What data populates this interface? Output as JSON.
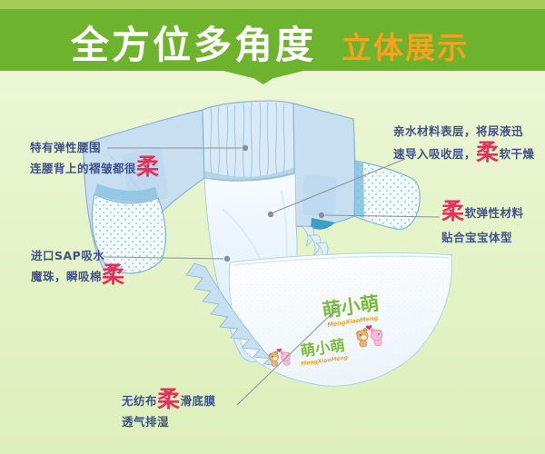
{
  "header": {
    "title_main": "全方位多角度",
    "title_sub": "立体展示"
  },
  "callouts": {
    "waistband": {
      "line1": "特有弹性腰围",
      "line2_pre": "连腰背上的褶皱都很",
      "accent": "柔"
    },
    "topsheet": {
      "line1": "亲水材料表层，将尿液迅",
      "line2_pre": "速导入吸收层，",
      "accent": "柔",
      "line2_post": "软干燥"
    },
    "side_elastic": {
      "accent": "柔",
      "line1_post": "软弹性材料",
      "line2": "贴合宝宝体型"
    },
    "sap": {
      "line1": "进口SAP吸水",
      "line2_pre": "魔珠，瞬吸棉",
      "accent": "柔"
    },
    "backsheet": {
      "line1_pre": "无纺布",
      "accent": "柔",
      "line1_post": "滑底膜",
      "line2": "透气排湿"
    }
  },
  "brand": {
    "logo": "萌小萌",
    "logo_sub": "MengXiaoMeng"
  },
  "colors": {
    "banner_green": "#6DB32D",
    "strip_green": "#A4CB58",
    "title_white": "#FFFFFF",
    "title_orange": "#F7A11C",
    "callout_text_blue": "#41518D",
    "accent_red": "#E73059",
    "leader_line_gray": "#8E9398",
    "logo_green": "#76BC3C",
    "logo_sub_orange": "#F6A21B",
    "diaper_blue": "#C8DFF1",
    "background_green": "#E7F4CC"
  }
}
